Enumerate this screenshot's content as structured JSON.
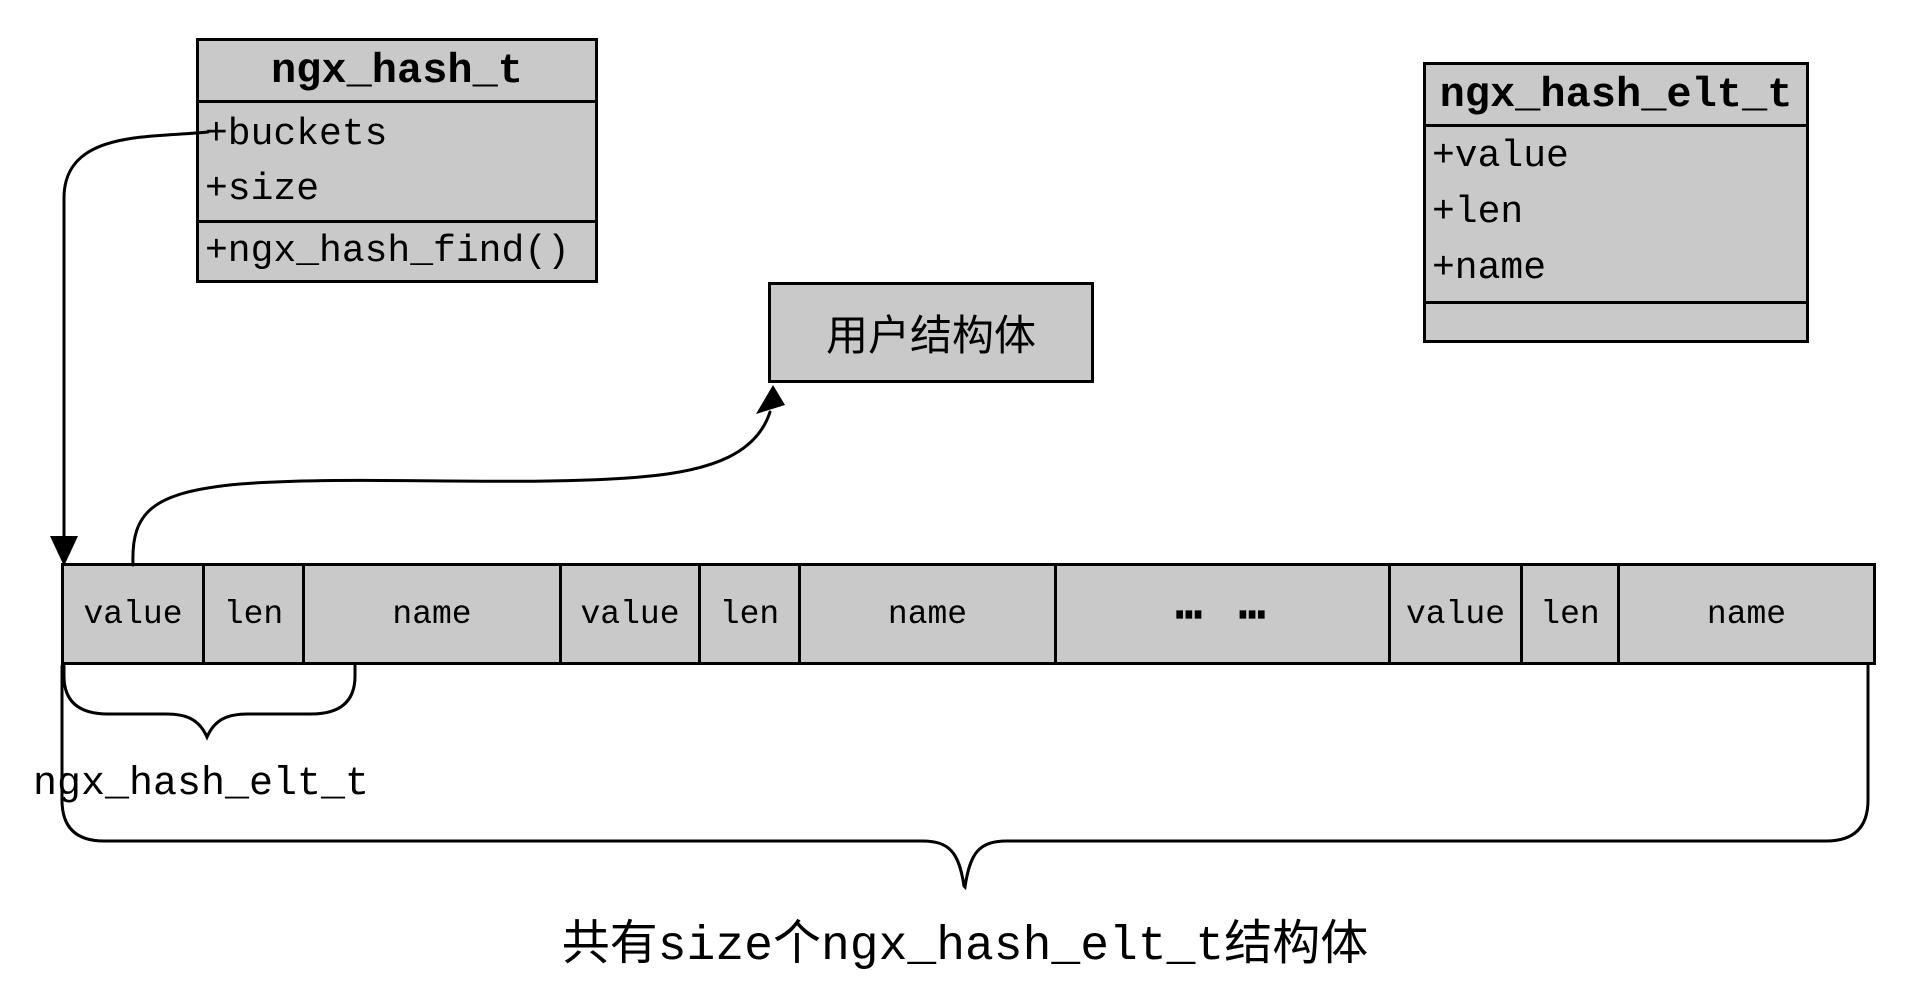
{
  "diagram": {
    "background": "#ffffff",
    "box_fill": "#c9c9c9",
    "line_color": "#000000"
  },
  "class_boxes": {
    "ngx_hash_t": {
      "title": "ngx_hash_t",
      "attributes": [
        "+buckets",
        "+size"
      ],
      "methods": [
        "+ngx_hash_find()"
      ]
    },
    "ngx_hash_elt_t": {
      "title": "ngx_hash_elt_t",
      "attributes": [
        "+value",
        "+len",
        "+name"
      ],
      "methods": []
    }
  },
  "user_struct_box": {
    "label": "用户结构体"
  },
  "array": {
    "cells": [
      "value",
      "len",
      "name",
      "value",
      "len",
      "name",
      "⋯ ⋯",
      "value",
      "len",
      "name"
    ]
  },
  "annotations": {
    "elt_brace_label": "ngx_hash_elt_t",
    "size_brace_label": "共有size个ngx_hash_elt_t结构体"
  }
}
